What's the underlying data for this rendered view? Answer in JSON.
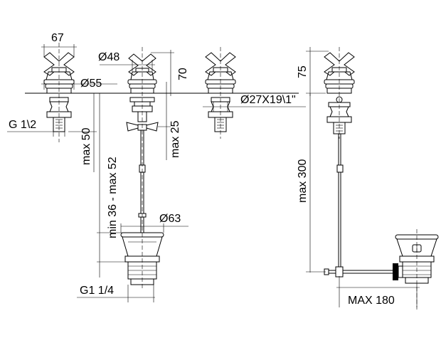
{
  "labels": {
    "handle_width": "67",
    "handle_base_diameter": "Ø48",
    "handle_height": "70",
    "flange_diameter": "Ø55",
    "spout_thread": "Ø27X19\\1\"",
    "inlet_thread": "G 1\\2",
    "tail_length": "max 50",
    "rod_length": "max 25",
    "pop_up_range": "min 36 - max 52",
    "waste_flange_diameter": "Ø63",
    "waste_thread": "G1 1/4",
    "side_handle_height": "75",
    "side_rod_length": "max 300",
    "side_lever_reach": "MAX 180"
  }
}
